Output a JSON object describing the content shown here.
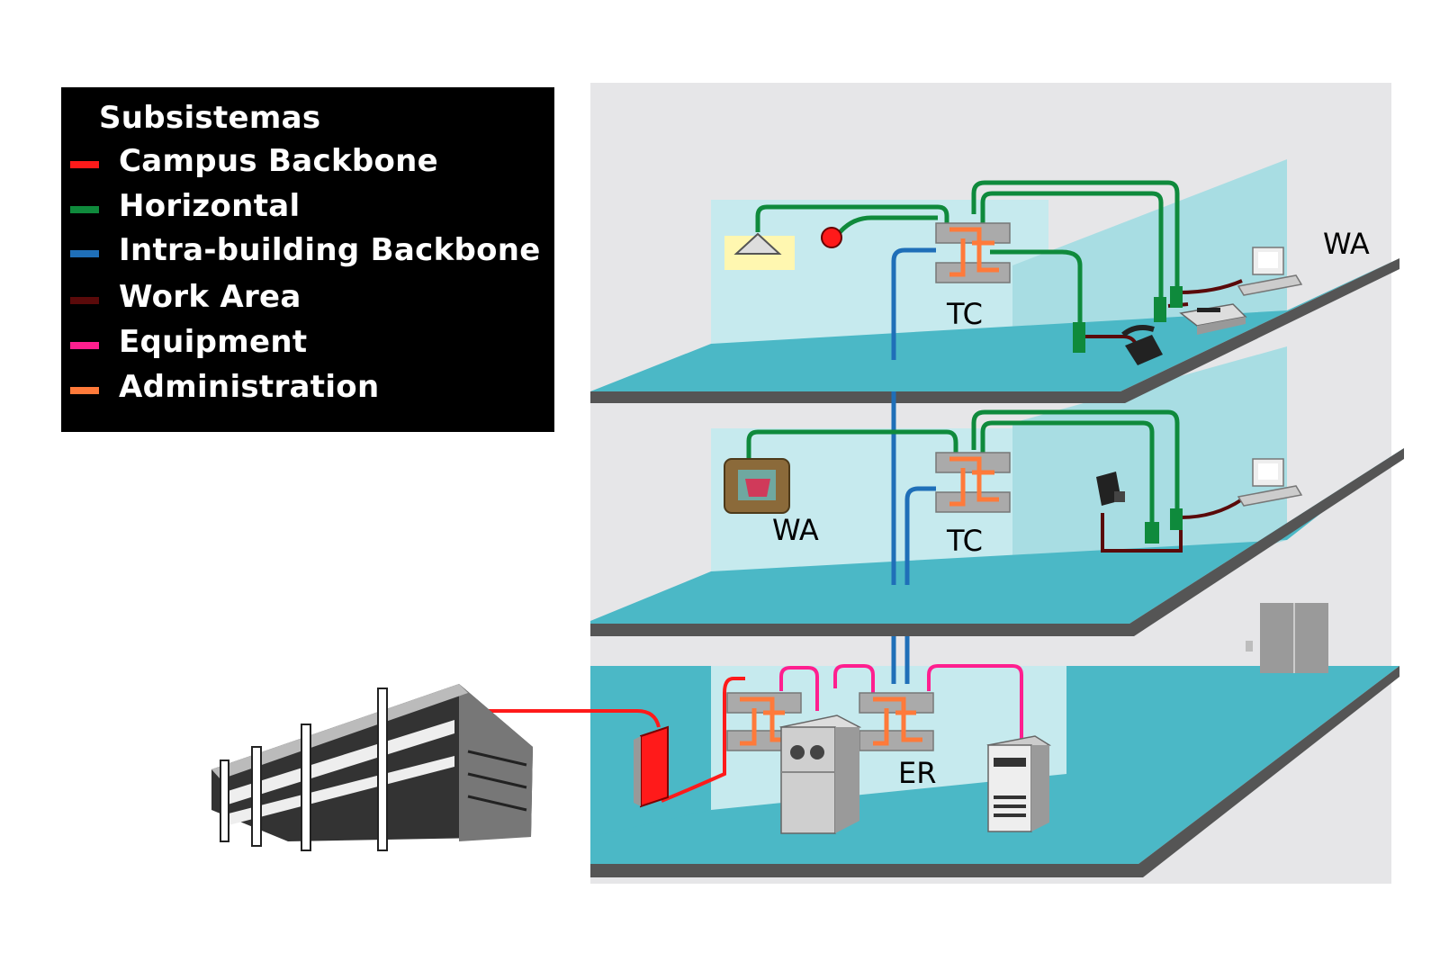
{
  "legend": {
    "title": "Subsistemas",
    "items": [
      {
        "label": "Campus Backbone",
        "color": "#ff1a1a"
      },
      {
        "label": "Horizontal",
        "color": "#0f8a3c"
      },
      {
        "label": "Intra-building Backbone",
        "color": "#1f6fb8"
      },
      {
        "label": "Work Area",
        "color": "#5a0a0a"
      },
      {
        "label": "Equipment",
        "color": "#ff1f8f"
      },
      {
        "label": "Administration",
        "color": "#ff7a3a"
      }
    ]
  },
  "labels": {
    "wa_top": "WA",
    "tc_top": "TC",
    "wa_mid": "WA",
    "tc_mid": "TC",
    "er": "ER"
  },
  "colors": {
    "floor": "#4bb8c6",
    "floor_edge": "#555555",
    "wall": "#a8dde3",
    "room": "#c6eaee",
    "backdrop": "#e6e6e8"
  }
}
